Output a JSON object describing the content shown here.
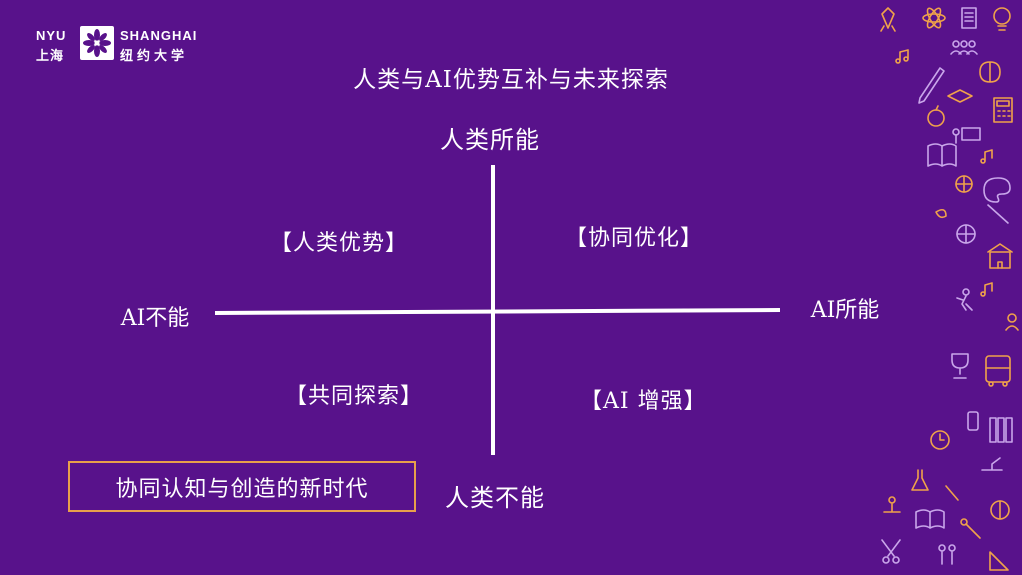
{
  "logo": {
    "left_top": "NYU",
    "left_bottom": "上海",
    "right_top": "SHANGHAI",
    "right_bottom": "纽约大学"
  },
  "title": "人类与AI优势互补与未来探索",
  "axes": {
    "top": "人类所能",
    "bottom": "人类不能",
    "left": "AI不能",
    "right": "AI所能"
  },
  "quadrants": {
    "top_left": "【人类优势】",
    "top_right": "【协同优化】",
    "bottom_left": "【共同探索】",
    "bottom_right": "【AI 增强】"
  },
  "badge": "协同认知与创造的新时代",
  "colors": {
    "background": "#58128b",
    "badge_border": "#e9a04a",
    "icon_orange": "#f0a24a",
    "icon_purple": "#c9a6ea"
  },
  "decorations": [
    "light-bulb-icon",
    "atom-icon",
    "book-icon",
    "brain-icon",
    "calculator-icon",
    "palette-icon",
    "music-note-icon",
    "trophy-icon",
    "bus-icon",
    "globe-icon",
    "scissors-icon"
  ]
}
